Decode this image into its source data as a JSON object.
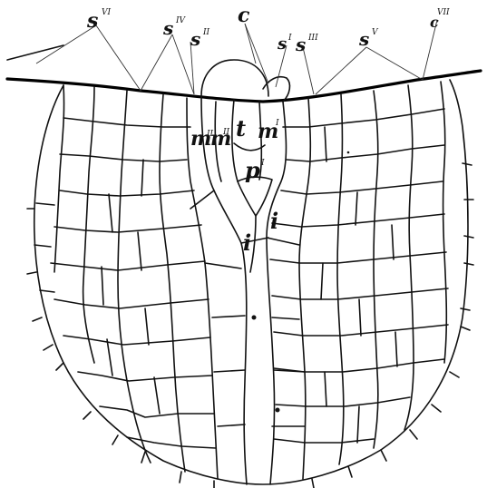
{
  "figure": {
    "labels": {
      "s7_main": "s",
      "s7_sup": "VI",
      "s4_main": "s",
      "s4_sup": "IV",
      "s2_main": "s",
      "s2_sup": "II",
      "c_main": "c",
      "s1_main": "s",
      "s1_sup": "I",
      "s3_main": "s",
      "s3_sup": "III",
      "s5_main": "s",
      "s5_sup": "V",
      "s7r_main": "c",
      "s7r_sup": "VII",
      "t_main": "t",
      "m2a_main": "m",
      "m2a_sup": "II",
      "m2b_main": "m",
      "m2b_sup": "II",
      "m1_main": "m",
      "m1_sup": "I",
      "p1_main": "p",
      "p1_sup": "I",
      "i_right": "i",
      "i_left": "i"
    }
  }
}
